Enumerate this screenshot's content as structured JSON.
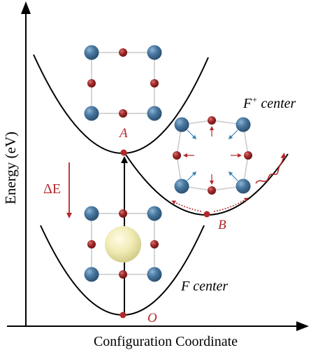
{
  "axes": {
    "y_label": "Energy (eV)",
    "x_label": "Configuration Coordinate"
  },
  "labels": {
    "point_a": "A",
    "point_b": "B",
    "point_o": "O",
    "delta_e": "ΔE",
    "f_center": "F center",
    "f_plus_center_prefix": "F",
    "f_plus_center_sup": "+",
    "f_plus_center_suffix": " center"
  },
  "colors": {
    "large_atom": "#3f6f96",
    "small_atom": "#a02a2a",
    "vacancy_electron": "#f0ebb0",
    "label_red": "#b5282a",
    "arrow_blue": "#3a86b8",
    "curve": "#000000",
    "bond": "#c8c8c8"
  }
}
